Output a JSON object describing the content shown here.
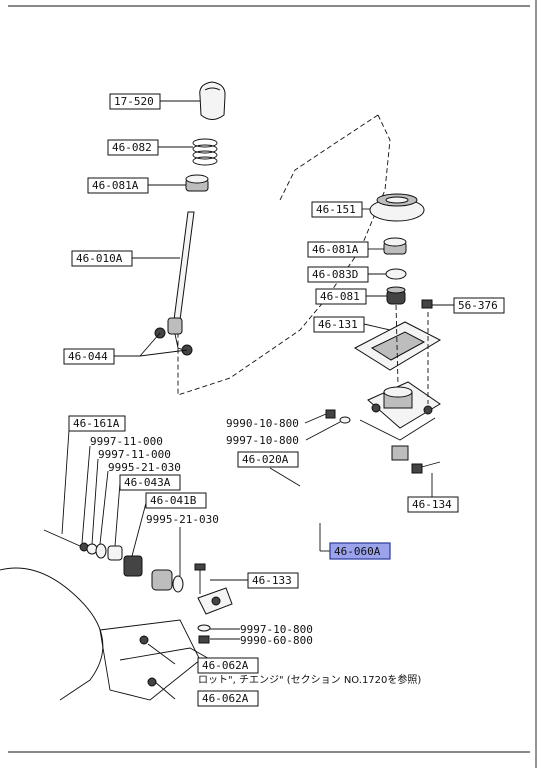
{
  "labels": {
    "p17_520": "17-520",
    "p46_082": "46-082",
    "p46_081A_top": "46-081A",
    "p46_010A": "46-010A",
    "p46_044": "46-044",
    "p46_151": "46-151",
    "p46_081A_right": "46-081A",
    "p46_083D": "46-083D",
    "p46_081": "46-081",
    "p56_376": "56-376",
    "p46_131": "46-131",
    "p46_161A": "46-161A",
    "p9997_11_000_a": "9997-11-000",
    "p9997_11_000_b": "9997-11-000",
    "p9995_21_030_a": "9995-21-030",
    "p46_043A": "46-043A",
    "p46_041B": "46-041B",
    "p9995_21_030_b": "9995-21-030",
    "p9990_10_800_top": "9990-10-800",
    "p9997_10_800_top": "9997-10-800",
    "p46_020A": "46-020A",
    "p46_134": "46-134",
    "p46_060A": "46-060A",
    "p46_133": "46-133",
    "p9997_10_800_bot": "9997-10-800",
    "p9990_60_800_bot": "9990-60-800",
    "p46_062A_a": "46-062A",
    "p46_062A_b": "46-062A"
  },
  "note": "ロット\", チエンジ\" (セクション NO.1720を参照)",
  "colors": {
    "highlight": "#9aa3ec",
    "line": "#111111"
  }
}
